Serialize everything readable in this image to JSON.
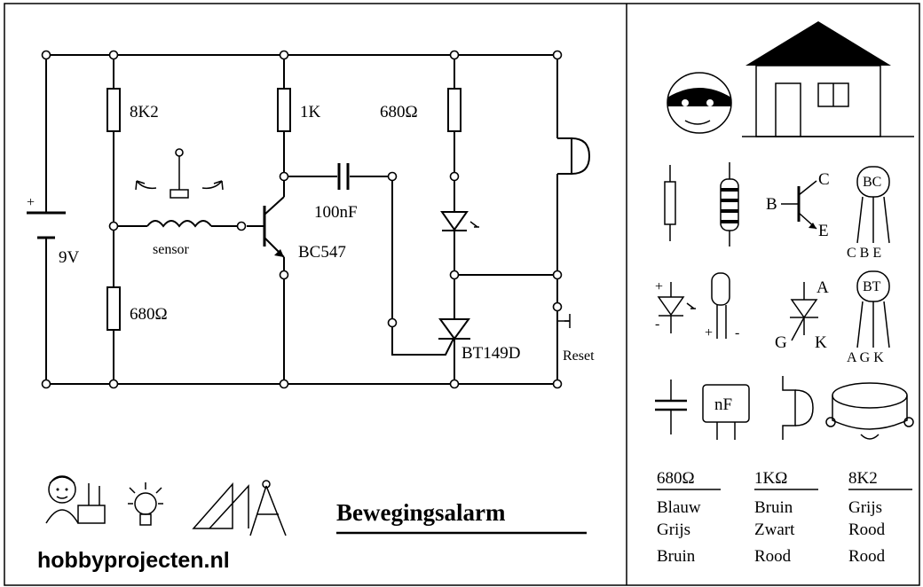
{
  "circuit": {
    "labels": {
      "r1": "8K2",
      "r2": "1K",
      "r3": "680Ω",
      "r4": "680Ω",
      "cap": "100nF",
      "transistor": "BC547",
      "thyristor": "BT149D",
      "sensor": "sensor",
      "battery": "9V",
      "battery_plus": "+",
      "reset": "Reset"
    }
  },
  "legend": {
    "transistor_pins": {
      "b": "B",
      "c": "C",
      "e": "E"
    },
    "transistor_pkg": {
      "top": "BC",
      "pins": "C B E"
    },
    "thyristor_pins": {
      "a": "A",
      "g": "G",
      "k": "K"
    },
    "thyristor_pkg": {
      "top": "BT",
      "pins": "A G K"
    },
    "led_plus": "+",
    "led_minus": "-",
    "led_pkg_plus": "+",
    "led_pkg_minus": "-",
    "cap_pkg": "nF"
  },
  "color_table": {
    "columns": [
      {
        "header": "680Ω",
        "rows": [
          "Blauw",
          "Grijs",
          "Bruin"
        ]
      },
      {
        "header": "1KΩ",
        "rows": [
          "Bruin",
          "Zwart",
          "Rood"
        ]
      },
      {
        "header": "8K2",
        "rows": [
          "Grijs",
          "Rood",
          "Rood"
        ]
      }
    ]
  },
  "footer": {
    "site": "hobbyprojecten.nl",
    "title": "Bewegingsalarm"
  }
}
